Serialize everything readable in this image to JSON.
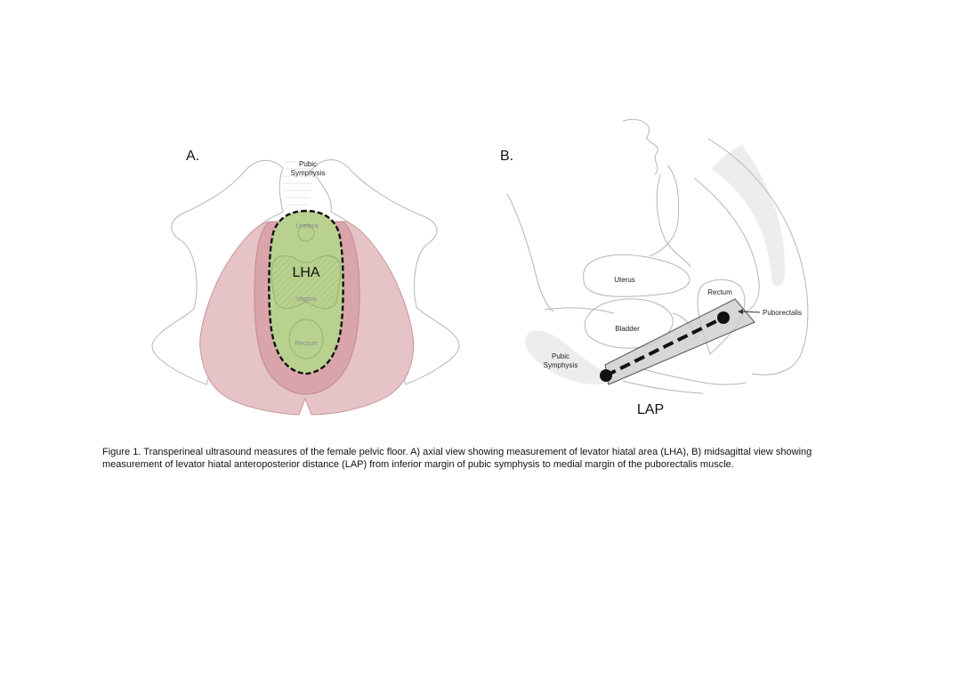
{
  "panel_a": {
    "label": "A.",
    "pubic_symphysis": [
      "Pubic",
      "Symphysis"
    ],
    "urethra": "Urethra",
    "lha": "LHA",
    "vagina": "Vagina",
    "rectum": "Rectum"
  },
  "panel_b": {
    "label": "B.",
    "uterus": "Uterus",
    "rectum": "Rectum",
    "puborectalis": "Puborectalis",
    "bladder": "Bladder",
    "pubic_symphysis": [
      "Pubic",
      "Symphysis"
    ],
    "lap": "LAP"
  },
  "caption": "Figure 1. Transperineal ultrasound measures of the female pelvic floor. A) axial view showing measurement of levator hiatal area (LHA), B) midsagittal view showing measurement of levator hiatal anteroposterior distance (LAP) from inferior margin of pubic symphysis to medial margin of the puborectalis muscle.",
  "colors": {
    "muscle_outer": "#e6c3c6",
    "muscle_inner": "#d9a5aa",
    "hiatus_fill": "#b8d18e",
    "gray_fill": "#ededed",
    "outline": "#b5b5b5"
  }
}
